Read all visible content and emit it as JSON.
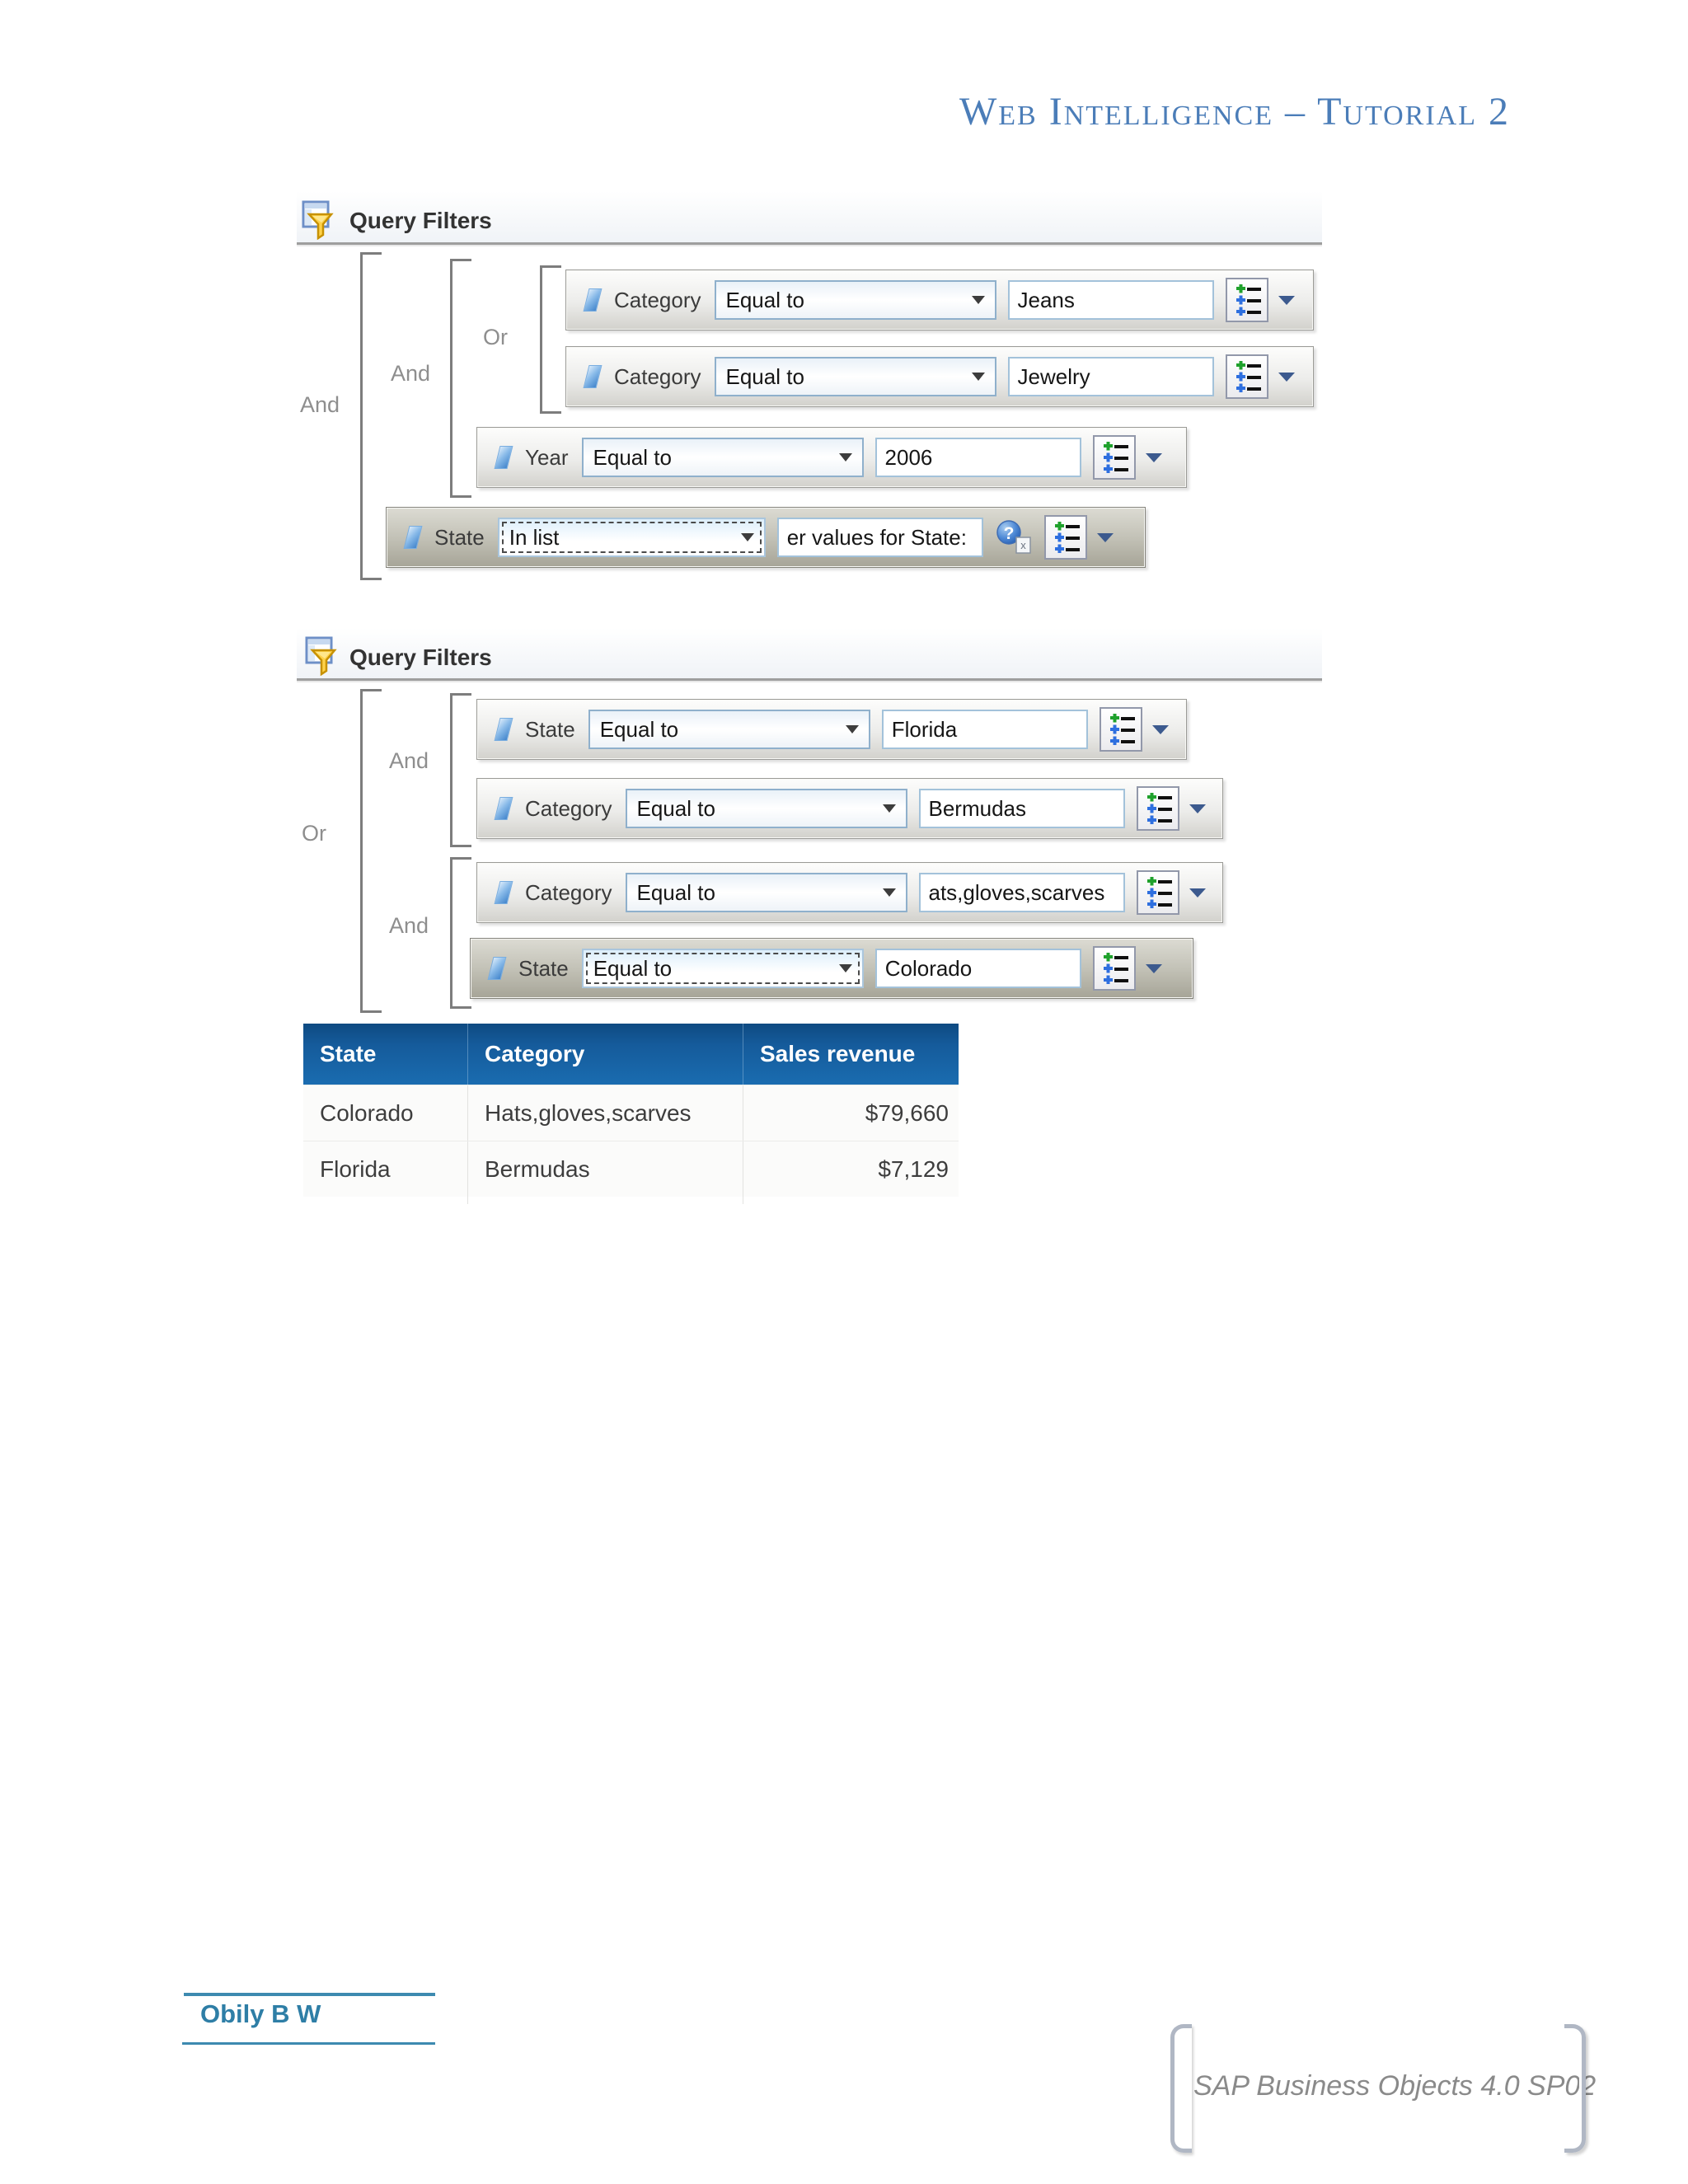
{
  "title": "Web Intelligence – Tutorial 2",
  "panel1": {
    "header": "Query Filters",
    "operator_labels": {
      "outer": "And",
      "inner": "And",
      "nested": "Or"
    },
    "rows": [
      {
        "field": "Category",
        "operator": "Equal to",
        "value": "Jeans"
      },
      {
        "field": "Category",
        "operator": "Equal to",
        "value": "Jewelry"
      },
      {
        "field": "Year",
        "operator": "Equal to",
        "value": "2006"
      },
      {
        "field": "State",
        "operator": "In list",
        "value": "er values for State:"
      }
    ]
  },
  "panel2": {
    "header": "Query Filters",
    "operator_labels": {
      "outer": "Or",
      "group1": "And",
      "group2": "And"
    },
    "rows": [
      {
        "field": "State",
        "operator": "Equal to",
        "value": "Florida"
      },
      {
        "field": "Category",
        "operator": "Equal to",
        "value": "Bermudas"
      },
      {
        "field": "Category",
        "operator": "Equal to",
        "value": "ats,gloves,scarves"
      },
      {
        "field": "State",
        "operator": "Equal to",
        "value": "Colorado"
      }
    ]
  },
  "table": {
    "headers": [
      "State",
      "Category",
      "Sales revenue"
    ],
    "rows": [
      {
        "state": "Colorado",
        "category": "Hats,gloves,scarves",
        "revenue": "$79,660"
      },
      {
        "state": "Florida",
        "category": "Bermudas",
        "revenue": "$7,129"
      }
    ]
  },
  "footer": {
    "author": "Obily B W",
    "note": "SAP Business Objects 4.0 SP02"
  },
  "colors": {
    "title_blue": "#4b7db8",
    "table_header_blue": "#155b9b",
    "teal_accent": "#2e7ea6",
    "selected_row_gray": "#a6a497"
  }
}
